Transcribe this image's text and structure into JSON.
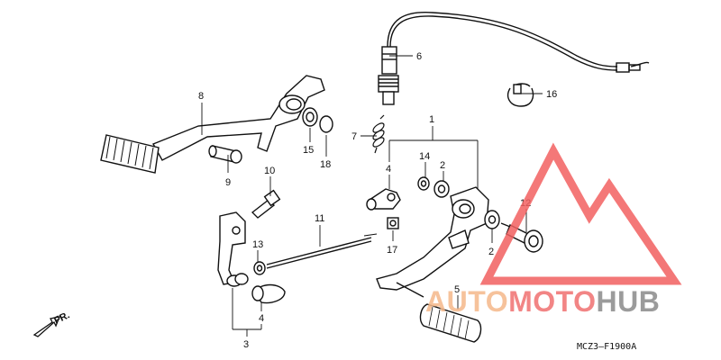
{
  "diagram": {
    "code": "MCZ3—F1900A",
    "front_label": "FR.",
    "callouts": {
      "c1": "1",
      "c2a": "2",
      "c2b": "2",
      "c3": "3",
      "c4a": "4",
      "c4b": "4",
      "c5": "5",
      "c6": "6",
      "c7": "7",
      "c8": "8",
      "c9": "9",
      "c10": "10",
      "c11": "11",
      "c12": "12",
      "c13": "13",
      "c14": "14",
      "c15": "15",
      "c16": "16",
      "c17": "17",
      "c18": "18"
    }
  },
  "watermark": {
    "part1": "AUTO",
    "part2": "MOTO",
    "part3": "HUB",
    "colors": {
      "triangle": "#f26060",
      "auto": "#f5b88a",
      "moto": "#f07070",
      "hub": "#8a8a8a"
    }
  }
}
